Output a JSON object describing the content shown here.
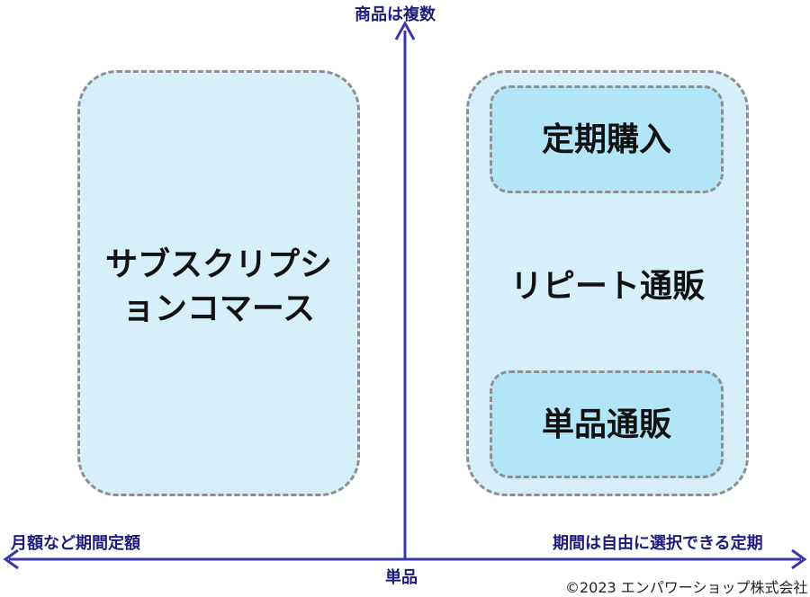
{
  "axes": {
    "top_label": "商品は複数",
    "bottom_label": "単品",
    "left_label": "月額など期間定額",
    "right_label": "期間は自由に選択できる定期",
    "color": "#3b37a3"
  },
  "boxes": {
    "subscription": {
      "label_line1": "サブスクリプシ",
      "label_line2": "ョンコマース"
    },
    "repeat": {
      "label": "リピート通販"
    },
    "teiki": {
      "label": "定期購入"
    },
    "tanpin": {
      "label": "単品通販"
    }
  },
  "colors": {
    "outer_fill": "#d6f0fa",
    "inner_fill": "#b3e5f8",
    "dash_border": "#8f8f8f",
    "axis_text": "#1f1b7a"
  },
  "footer": {
    "copyright": "©2023 エンパワーショップ株式会社"
  }
}
